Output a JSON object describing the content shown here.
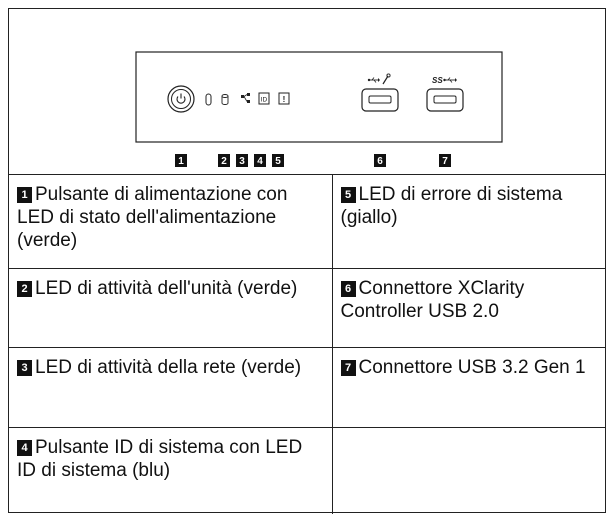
{
  "callouts": [
    "1",
    "2",
    "3",
    "4",
    "5",
    "6",
    "7"
  ],
  "panel_icons": {
    "power": "power-icon",
    "drive": "drive-activity-icon",
    "network": "network-icon",
    "id": "ID",
    "error": "!",
    "usb_xclarity": "usb-wrench-icon",
    "usb3": "SS usb-icon"
  },
  "legend": [
    {
      "left": {
        "num": "1",
        "text": "Pulsante di alimentazione con LED di stato dell'alimentazione (verde)"
      },
      "right": {
        "num": "5",
        "text": "LED di errore di sistema (giallo)"
      }
    },
    {
      "left": {
        "num": "2",
        "text": "LED di attività dell'unità (verde)"
      },
      "right": {
        "num": "6",
        "text": "Connettore XClarity Controller USB 2.0"
      }
    },
    {
      "left": {
        "num": "3",
        "text": "LED di attività della rete (verde)"
      },
      "right": {
        "num": "7",
        "text": "Connettore USB 3.2 Gen 1"
      }
    },
    {
      "left": {
        "num": "4",
        "text": "Pulsante ID di sistema con LED ID di sistema (blu)"
      },
      "right": {
        "num": "",
        "text": ""
      }
    }
  ]
}
